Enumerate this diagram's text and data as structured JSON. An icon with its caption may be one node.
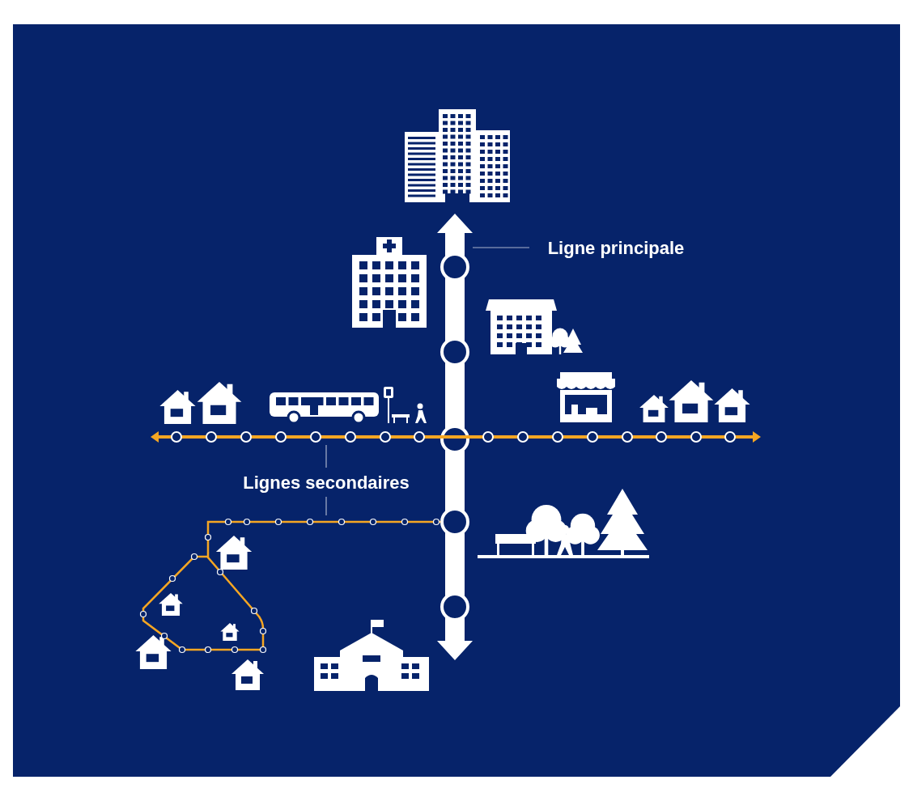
{
  "diagram": {
    "nodes": [
      {
        "text": [
          "Ligne principale"
        ]
      },
      {
        "text": [],
        "shape": "bar"
      },
      {
        "text": [
          "Lignes secondaires"
        ]
      },
      {
        "text": [],
        "shape": "bar"
      },
      {
        "text": [],
        "shape": "bar"
      }
    ],
    "edges": [
      {
        "from": 0,
        "to": 1,
        "arrow": "none"
      },
      {
        "from": 2,
        "to": 3,
        "arrow": "none"
      },
      {
        "from": 2,
        "to": 4,
        "arrow": "none"
      }
    ]
  }
}
